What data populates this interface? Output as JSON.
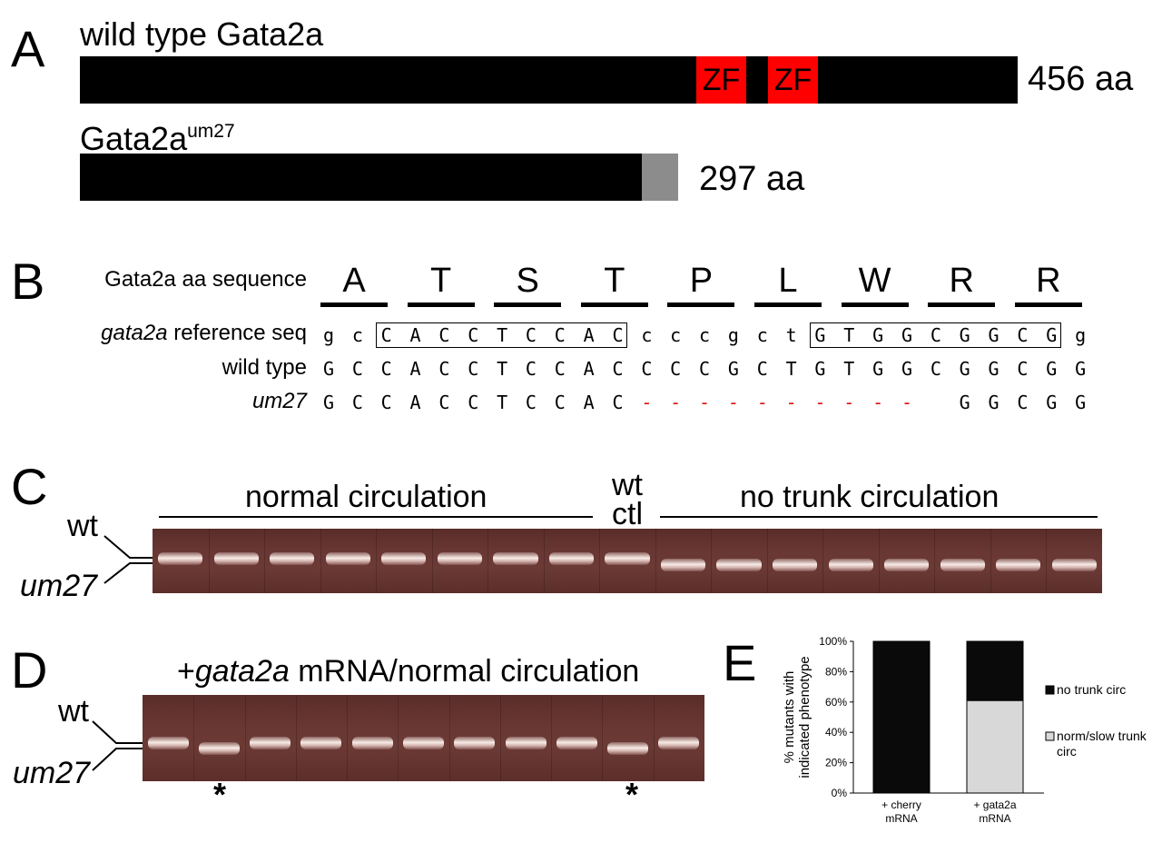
{
  "panelA": {
    "letter": "A",
    "wt_label": "wild type Gata2a",
    "zf1": "ZF",
    "zf2": "ZF",
    "wt_length": "456 aa",
    "mut_label_base": "Gata2a",
    "mut_label_sup": "um27",
    "mut_length": "297 aa"
  },
  "panelB": {
    "letter": "B",
    "aa_row_label": "Gata2a aa sequence",
    "aa": [
      "A",
      "T",
      "S",
      "T",
      "P",
      "L",
      "W",
      "R",
      "R"
    ],
    "ref_label_italic": "gata2a",
    "ref_label_rest": " reference seq",
    "wt_label": "wild type",
    "mut_label": "um27",
    "ref_seq": [
      "g",
      "c",
      "C",
      "A",
      "C",
      "C",
      "T",
      "C",
      "C",
      "A",
      "C",
      "c",
      "c",
      "c",
      "g",
      "c",
      "t",
      "G",
      "T",
      "G",
      "G",
      "C",
      "G",
      "G",
      "C",
      "G",
      "g"
    ],
    "wt_seq": [
      "G",
      "C",
      "C",
      "A",
      "C",
      "C",
      "T",
      "C",
      "C",
      "A",
      "C",
      "C",
      "C",
      "C",
      "G",
      "C",
      "T",
      "G",
      "T",
      "G",
      "G",
      "C",
      "G",
      "G",
      "C",
      "G",
      "G"
    ],
    "mut_seq": [
      "G",
      "C",
      "C",
      "A",
      "C",
      "C",
      "T",
      "C",
      "C",
      "A",
      "C",
      "-",
      "-",
      "-",
      "-",
      "-",
      "-",
      "-",
      "-",
      "-",
      "-",
      "G",
      "G",
      "C",
      "G",
      "G"
    ]
  },
  "panelC": {
    "letter": "C",
    "left_header": "normal circulation",
    "ctl_line1": "wt",
    "ctl_line2": "ctl",
    "right_header": "no trunk circulation",
    "wt_label": "wt",
    "mut_label": "um27",
    "lanes": [
      "wt",
      "wt",
      "wt",
      "wt",
      "wt",
      "wt",
      "wt",
      "wt",
      "wt",
      "um27",
      "um27",
      "um27",
      "um27",
      "um27",
      "um27",
      "um27",
      "um27"
    ]
  },
  "panelD": {
    "letter": "D",
    "header_prefix": "+",
    "header_italic": "gata2a",
    "header_rest": " mRNA/normal circulation",
    "wt_label": "wt",
    "mut_label": "um27",
    "lanes": [
      "wt",
      "um27",
      "wt",
      "wt",
      "wt",
      "wt",
      "wt",
      "wt",
      "wt",
      "um27",
      "wt"
    ],
    "star1": "*",
    "star2": "*"
  },
  "panelE": {
    "letter": "E"
  },
  "chart_data": {
    "type": "bar",
    "stacked": true,
    "ylabel": "% mutants with indicated phenotype",
    "ylim": [
      0,
      100
    ],
    "yticks": [
      "0%",
      "20%",
      "40%",
      "60%",
      "80%",
      "100%"
    ],
    "categories": [
      "+ cherry mRNA",
      "+ gata2a mRNA"
    ],
    "categories_lines": [
      [
        "+ cherry",
        "mRNA"
      ],
      [
        "+ gata2a",
        "mRNA"
      ]
    ],
    "series": [
      {
        "name": "norm/slow trunk circ",
        "values": [
          0,
          61
        ],
        "color": "#d8d8d8"
      },
      {
        "name": "no trunk circ",
        "values": [
          100,
          39
        ],
        "color": "#0a0a0a"
      }
    ],
    "legend_lines": [
      [
        "no trunk circ"
      ],
      [
        "norm/slow trunk",
        "circ"
      ]
    ],
    "legend": "right"
  }
}
